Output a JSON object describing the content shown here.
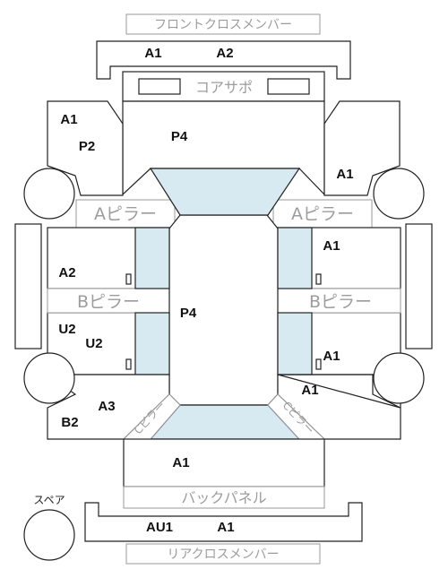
{
  "labels": {
    "front_cross_member": "フロントクロスメンバー",
    "core_support": "コアサポ",
    "a_pillar": "Aピラー",
    "b_pillar": "Bピラー",
    "c_pillar": "Cピラー",
    "back_panel": "バックパネル",
    "rear_cross_member": "リアクロスメンバー",
    "spare": "スペア"
  },
  "codes": {
    "front_member_left": "A1",
    "front_member_right": "A2",
    "front_left_fender_top": "A1",
    "front_left_fender_bottom": "P2",
    "hood": "P4",
    "front_right_fender": "A1",
    "front_left_door": "A2",
    "front_right_door": "A1",
    "roof": "P4",
    "rear_left_door_inner": "U2",
    "rear_left_door_outer": "U2",
    "rear_right_door": "A1",
    "rear_left_quarter_top": "A3",
    "rear_left_quarter_bottom": "B2",
    "rear_right_quarter": "A1",
    "trunk": "A1",
    "rear_member_left": "AU1",
    "rear_member_right": "A1"
  }
}
